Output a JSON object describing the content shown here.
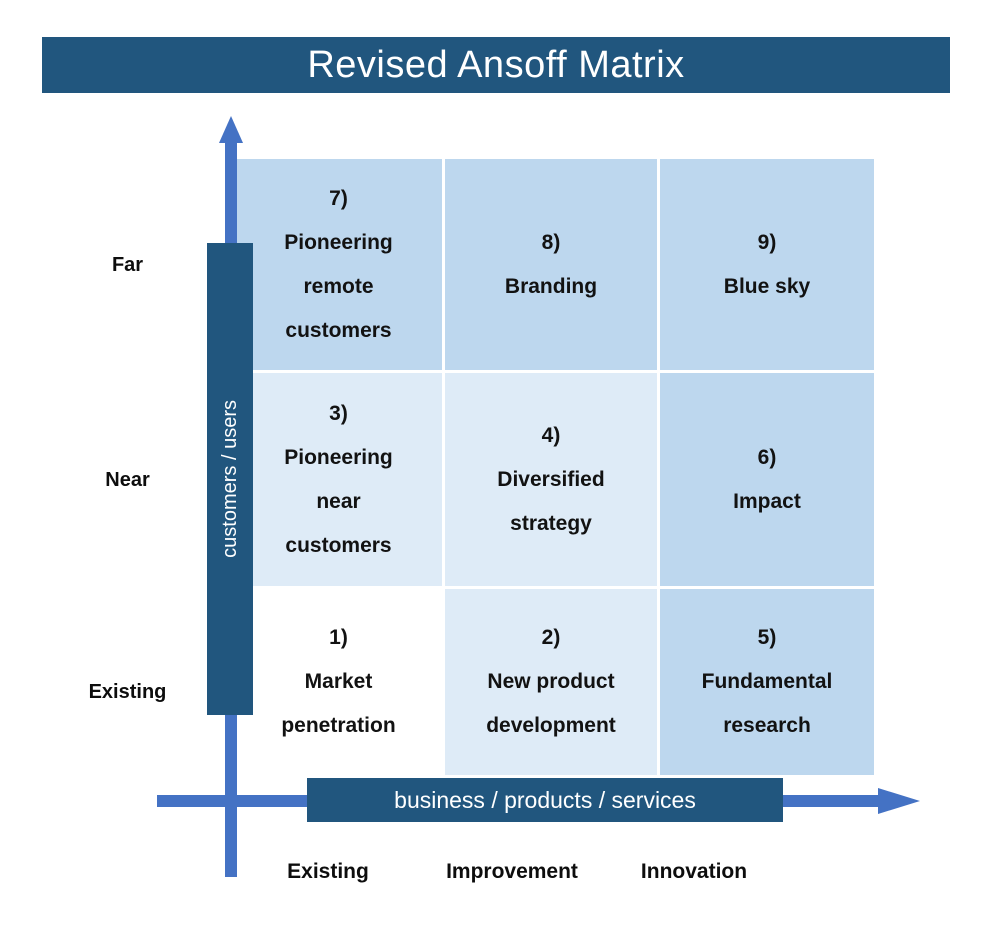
{
  "title": "Revised Ansoff Matrix",
  "colors": {
    "dark_bar": "#21567E",
    "arrow_blue": "#4472C4",
    "cell_medium": "#BDD7EE",
    "cell_light": "#DEEBF7",
    "cell_white": "#FFFFFF",
    "text_dark": "#0D0D0D",
    "text_white": "#FFFFFF"
  },
  "y_axis": {
    "bar_label": "customers / users",
    "ticks": {
      "far": "Far",
      "near": "Near",
      "existing": "Existing"
    }
  },
  "x_axis": {
    "bar_label": "business / products / services",
    "ticks": {
      "existing": "Existing",
      "improvement": "Improvement",
      "innovation": "Innovation"
    }
  },
  "matrix": {
    "cells": [
      {
        "position": "top-left",
        "tone": "medium",
        "lines": [
          "7)",
          "Pioneering",
          "remote",
          "customers"
        ]
      },
      {
        "position": "top-center",
        "tone": "medium",
        "lines": [
          "8)",
          "Branding"
        ]
      },
      {
        "position": "top-right",
        "tone": "medium",
        "lines": [
          "9)",
          "Blue sky"
        ]
      },
      {
        "position": "middle-left",
        "tone": "light",
        "lines": [
          "3)",
          "Pioneering",
          "near",
          "customers"
        ]
      },
      {
        "position": "middle-center",
        "tone": "light",
        "lines": [
          "4)",
          "Diversified",
          "strategy"
        ]
      },
      {
        "position": "middle-right",
        "tone": "medium",
        "lines": [
          "6)",
          "Impact"
        ]
      },
      {
        "position": "bottom-left",
        "tone": "white",
        "lines": [
          "1)",
          "Market",
          "penetration"
        ]
      },
      {
        "position": "bottom-center",
        "tone": "light",
        "lines": [
          "2)",
          "New product",
          "development"
        ]
      },
      {
        "position": "bottom-right",
        "tone": "medium",
        "lines": [
          "5)",
          "Fundamental",
          "research"
        ]
      }
    ]
  }
}
